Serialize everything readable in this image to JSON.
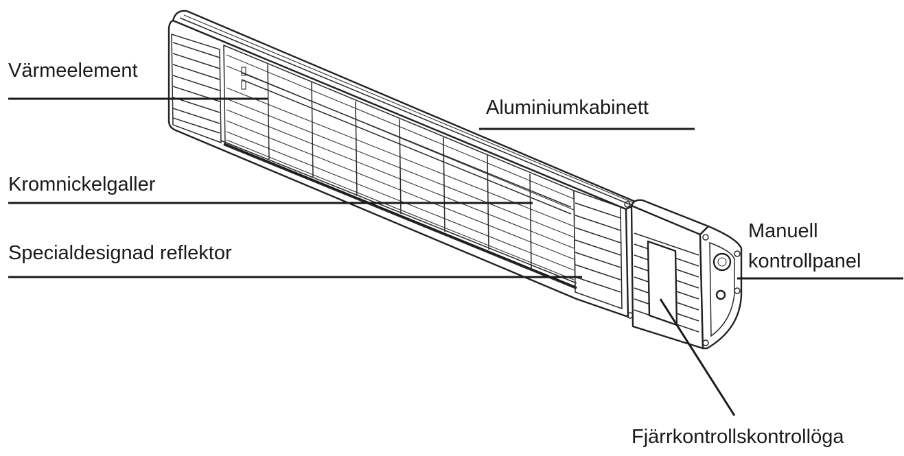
{
  "labels": {
    "heating_element": "Värmeelement",
    "aluminium_cabinet": "Aluminiumkabinett",
    "chrome_nickel_grille": "Kromnickelgaller",
    "special_reflector": "Specialdesignad reflektor",
    "manual_panel_line1": "Manuell",
    "manual_panel_line2": "kontrollpanel",
    "remote_eye": "Fjärrkontrollskontrollöga"
  }
}
